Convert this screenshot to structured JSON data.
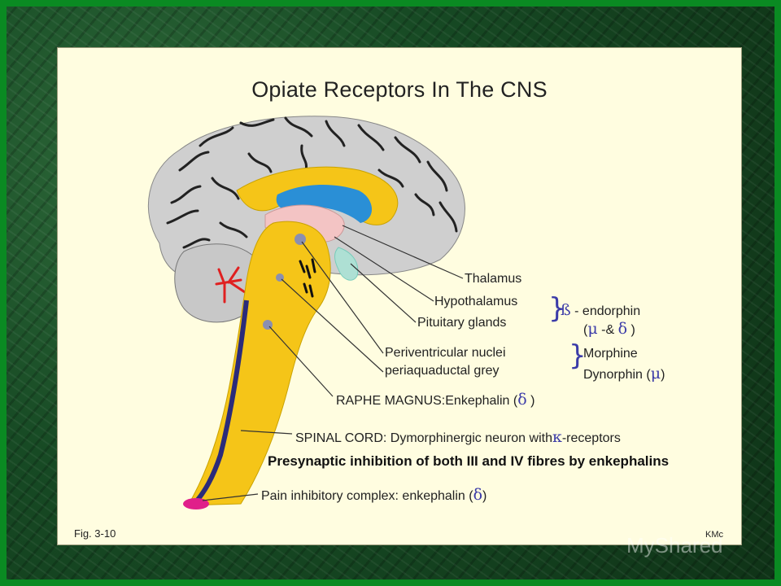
{
  "title": "Opiate Receptors In The CNS",
  "labels": {
    "thalamus": "Thalamus",
    "hypothalamus": "Hypothalamus",
    "pituitary": "Pituitary glands",
    "periventricular_1": "Periventricular nuclei",
    "periventricular_2": "periaquaductal grey",
    "raphe": "RAPHE MAGNUS:Enkephalin (",
    "raphe_symbol": "δ",
    "raphe_close": " )",
    "spinal": "SPINAL CORD: Dymorphinergic neuron with",
    "spinal_symbol": "κ",
    "spinal_tail": "-receptors",
    "presynaptic": "Presynaptic inhibition of both III and IV  fibres by enkephalins",
    "pain": "Pain inhibitory complex: enkephalin (",
    "pain_symbol": "δ",
    "pain_close": ")"
  },
  "side_notes": {
    "beta_symbol": "ß",
    "endorphin": " - endorphin",
    "endorphin_receptor_open": "(",
    "endorphin_mu": "μ",
    "endorphin_mid": " -& ",
    "endorphin_delta": "δ",
    "endorphin_close": " )",
    "morphine": "Morphine",
    "dynorphin": "Dynorphin (",
    "dynorphin_mu": "μ",
    "dynorphin_close": ")"
  },
  "footer": {
    "figure": "Fig. 3-10",
    "author": "KMc"
  },
  "watermark": "MyShared",
  "colors": {
    "slide_background": "#fffde0",
    "frame_green": "#0a8a22",
    "brainstem_yellow": "#f5c518",
    "ventricle_blue": "#2a8fd6",
    "thalamus_pink": "#f3c4c4",
    "receptor_dot": "#8a8fb0",
    "cerebellum_red": "#e02020",
    "spinal_tip_magenta": "#e0208a",
    "greek_blue": "#3b3ba8"
  }
}
